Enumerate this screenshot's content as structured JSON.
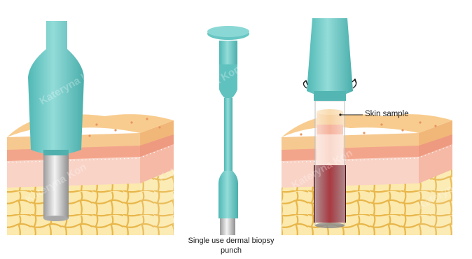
{
  "labels": {
    "skin_sample": "Skin sample",
    "punch_caption": "Single use dermal biopsy punch"
  },
  "icons": [
    "rotation-arrow-icon"
  ],
  "watermark_text": "Kateryna Kon",
  "colors": {
    "instrument_teal": "#7fd3d0",
    "instrument_teal_dark": "#4db7b4",
    "blade_silver": "#d8d8d8",
    "epidermis": "#f2c38a",
    "dermis_pink": "#f3a98f",
    "dermis_light": "#f8ccc0",
    "fat": "#fbe7a6",
    "fat_line": "#e9b84f",
    "blood": "#7a0f17"
  }
}
